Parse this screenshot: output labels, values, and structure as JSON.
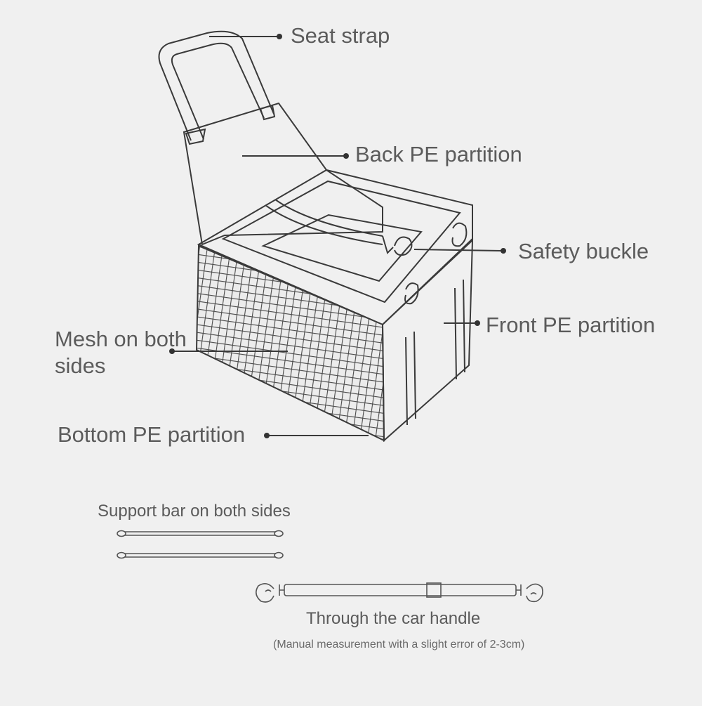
{
  "labels": {
    "seat_strap": "Seat strap",
    "back_pe_partition": "Back PE partition",
    "safety_buckle": "Safety buckle",
    "front_pe_partition": "Front PE partition",
    "mesh_on_both_sides": "Mesh on both sides",
    "bottom_pe_partition": "Bottom PE partition",
    "support_bar": "Support bar on both sides",
    "through_handle": "Through the car handle",
    "measurement_note": "(Manual measurement with a slight error of 2-3cm)"
  },
  "colors": {
    "background": "#f0f0f0",
    "line": "#3a3a3a",
    "text": "#5b5b5b"
  }
}
